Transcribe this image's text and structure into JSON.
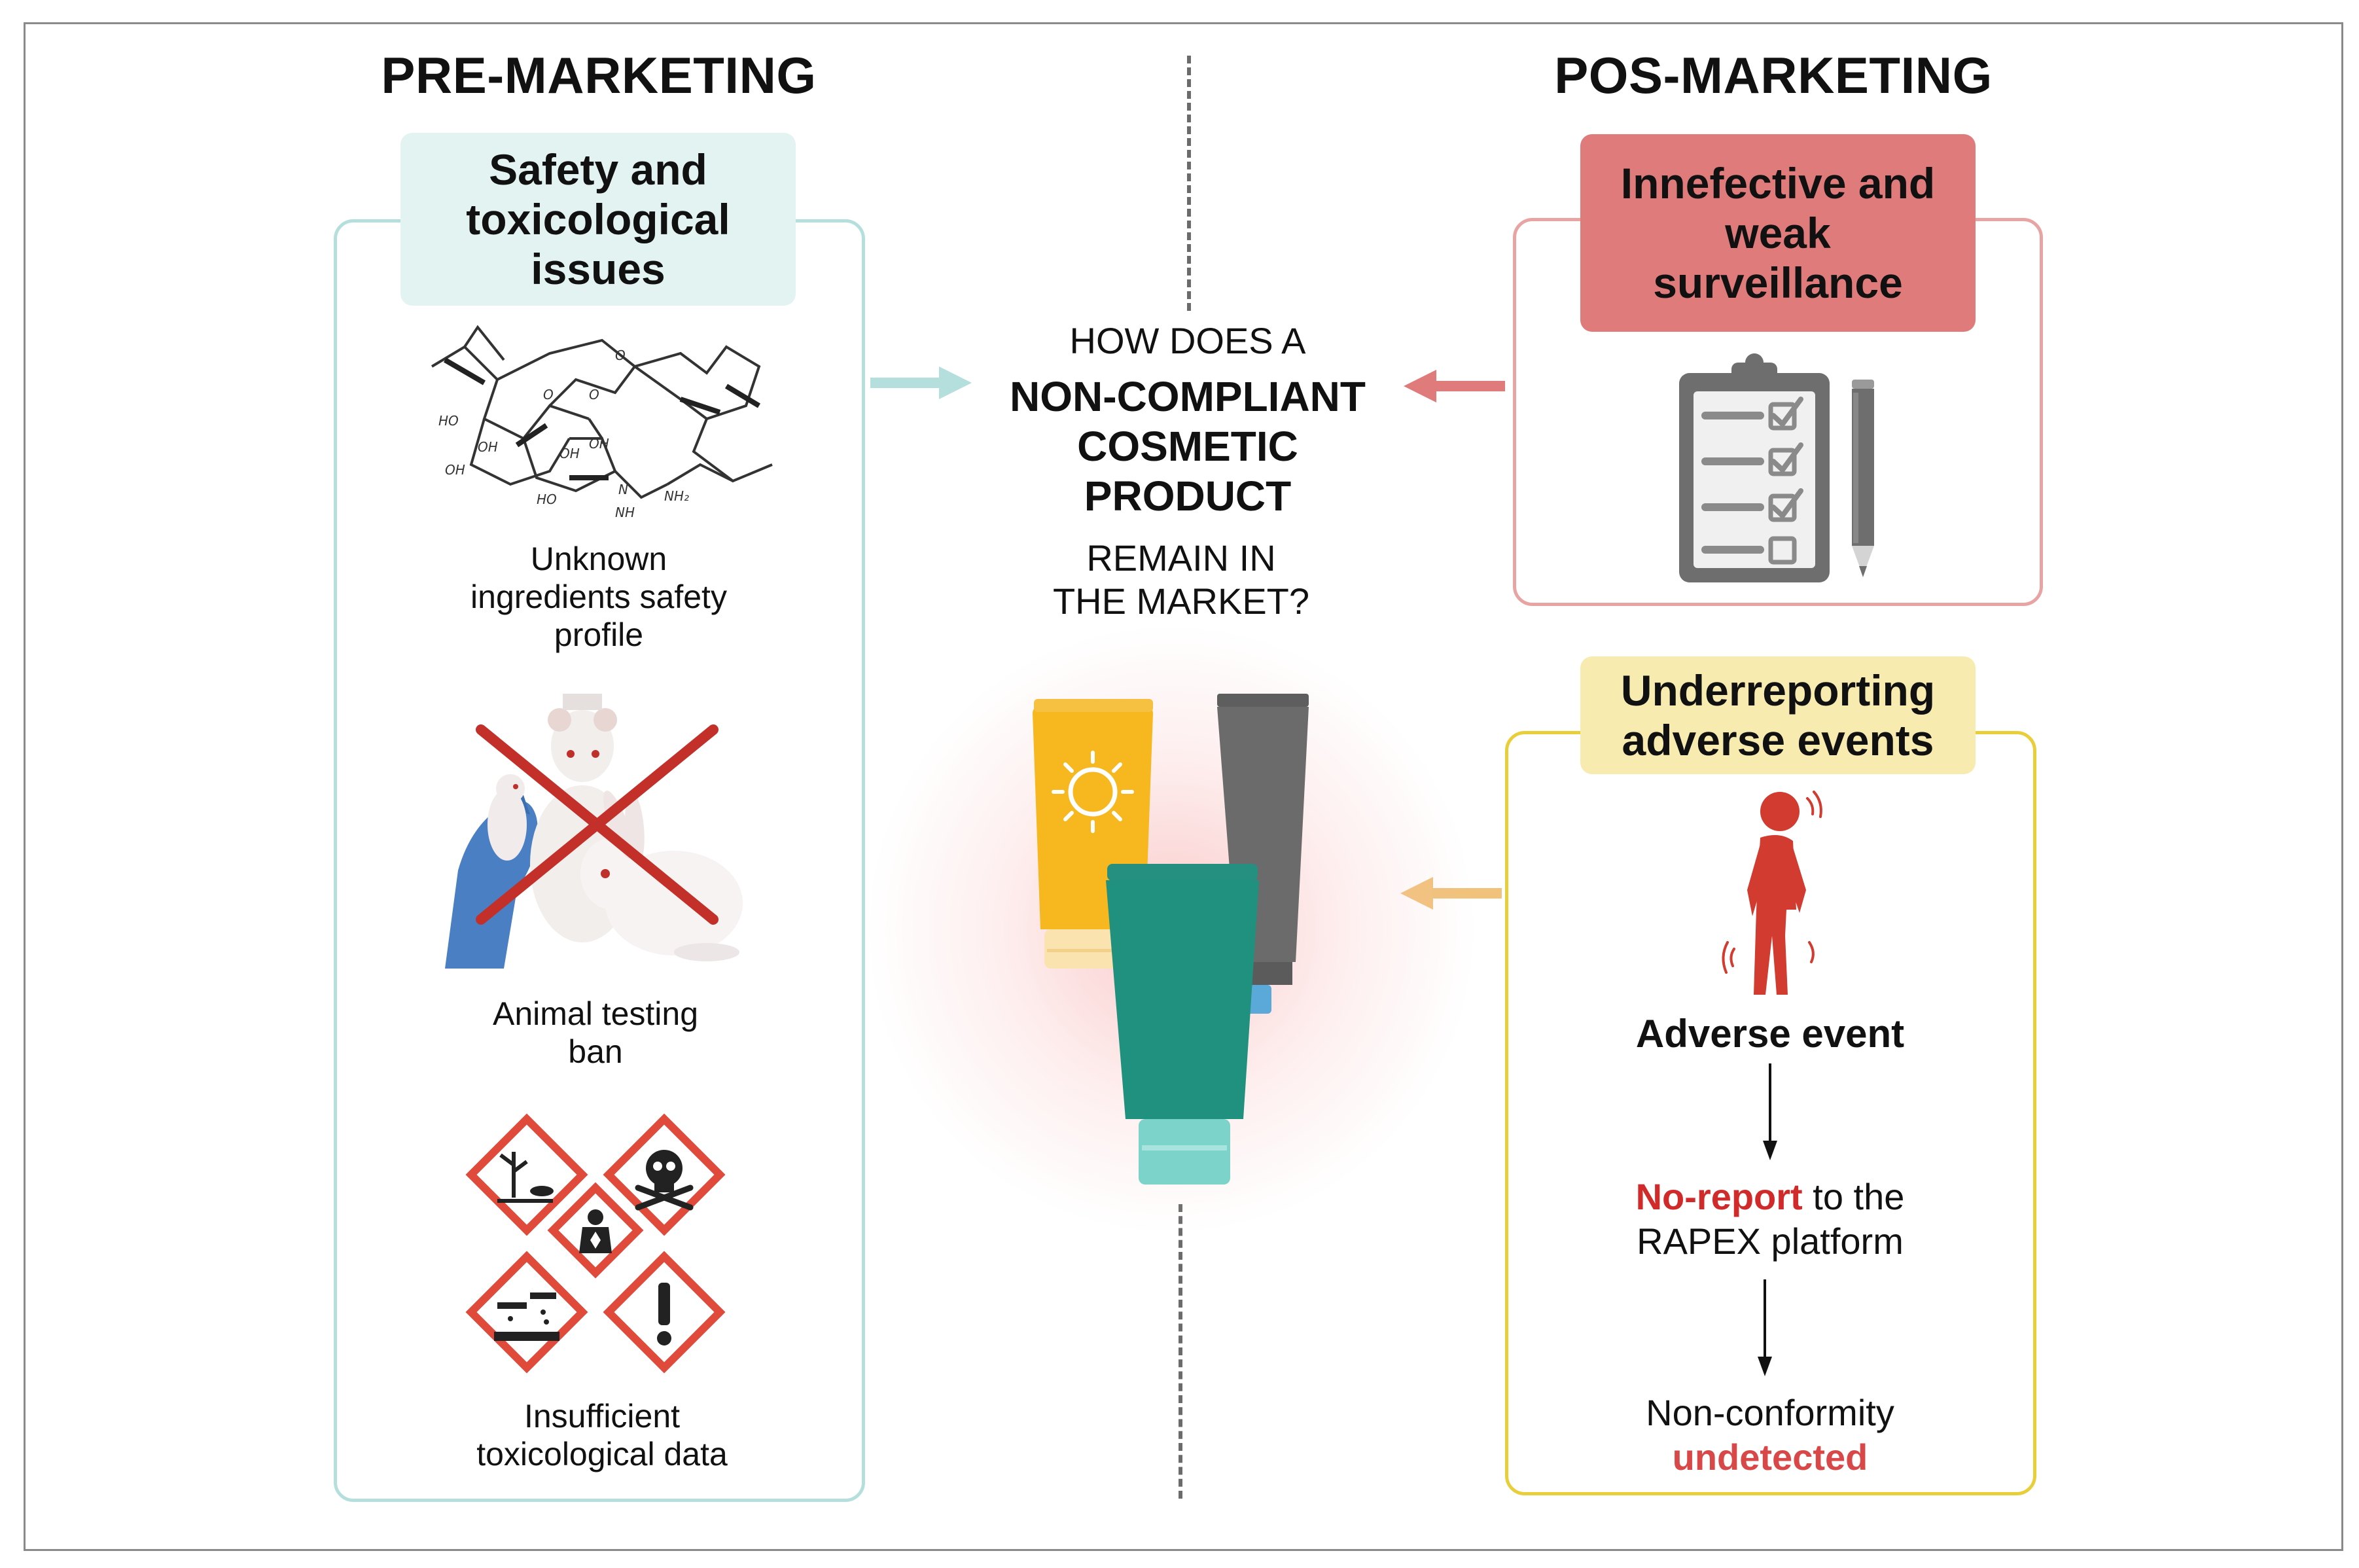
{
  "columns": {
    "pre": "PRE-MARKETING",
    "pos": "POS-MARKETING"
  },
  "pre_panel": {
    "tag": [
      "Safety and",
      "toxicological",
      "issues"
    ],
    "items": [
      {
        "caption": [
          "Unknown",
          "ingredients safety",
          "profile"
        ],
        "icon": "chemical-structure-icon"
      },
      {
        "caption": [
          "Animal testing",
          "ban"
        ],
        "icon": "animal-testing-ban-icon"
      },
      {
        "caption": [
          "Insufficient",
          "toxicological data"
        ],
        "icon": "hazard-pictograms-icon"
      }
    ]
  },
  "question": {
    "line1": "HOW DOES A",
    "bold1": "NON-COMPLIANT",
    "bold2": "COSMETIC",
    "bold3": "PRODUCT",
    "line2": "REMAIN IN",
    "line3": "THE MARKET?",
    "icon": "cosmetic-tubes-icon"
  },
  "surveillance_panel": {
    "tag": [
      "Innefective and",
      "weak",
      "surveillance"
    ],
    "icon": "clipboard-checklist-icon"
  },
  "underreporting_panel": {
    "tag": [
      "Underreporting",
      "adverse events"
    ],
    "icon": "sick-person-icon",
    "event_label": "Adverse event",
    "report_red": "No-report",
    "report_rest": " to the",
    "report_line2": "RAPEX platform",
    "nonconf_line1": "Non-conformity",
    "nonconf_red": "undetected"
  },
  "colors": {
    "teal_border": "#b5dfdd",
    "teal_fill": "#e2f3f2",
    "red_border": "#e8a3a3",
    "red_fill": "#e07b7b",
    "yellow_border": "#e8cf3a",
    "yellow_fill": "#f7ebb0",
    "accent_red": "#d12a2a"
  }
}
